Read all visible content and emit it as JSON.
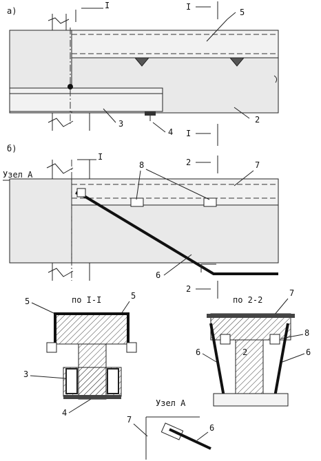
{
  "part_labels": {
    "a": "а)",
    "b": "б)"
  },
  "section_marks": {
    "I_top_left": "I",
    "I_top_right": "I",
    "I_bottom": "I",
    "I_b": "I",
    "two_top": "2",
    "two_bottom": "2"
  },
  "node_label": "Узел А",
  "node_detail_label": "Узел А",
  "section_titles": {
    "sec_1": "по I-I",
    "sec_2": "по 2-2"
  },
  "callouts": {
    "n5_a": "5",
    "n3_a": "3",
    "n4_a": "4",
    "n2_a": "2",
    "n8_b": "8",
    "n7_b": "7",
    "n6_b": "6",
    "n5_s1_left": "5",
    "n5_s1_right": "5",
    "n3_s1": "3",
    "n4_s1": "4",
    "n7_s2": "7",
    "n2_s2": "2",
    "n8_s2": "8",
    "n6_s2_left": "6",
    "n6_s2_right": "6",
    "n7_node": "7",
    "n6_node": "6"
  }
}
